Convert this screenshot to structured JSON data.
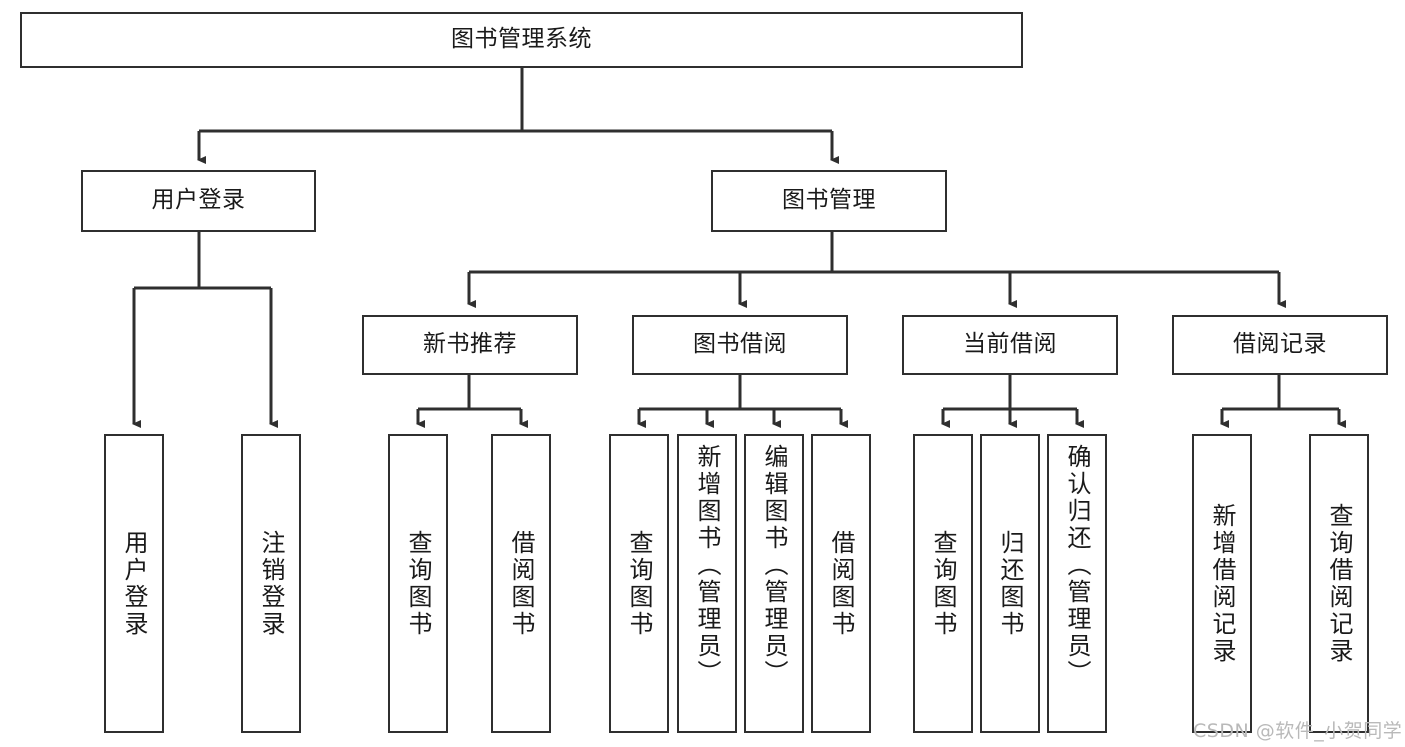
{
  "diagram": {
    "title": "图书管理系统",
    "root": {
      "label": "图书管理系统"
    },
    "level2": [
      {
        "label": "用户登录"
      },
      {
        "label": "图书管理"
      }
    ],
    "level3": [
      {
        "label": "新书推荐"
      },
      {
        "label": "图书借阅"
      },
      {
        "label": "当前借阅"
      },
      {
        "label": "借阅记录"
      }
    ],
    "leaves": {
      "user_login": [
        {
          "label": "用户登录"
        },
        {
          "label": "注销登录"
        }
      ],
      "new_book": [
        {
          "label": "查询图书"
        },
        {
          "label": "借阅图书"
        }
      ],
      "book_borrow": [
        {
          "label": "查询图书"
        },
        {
          "label": "新增图书（管理员）"
        },
        {
          "label": "编辑图书（管理员）"
        },
        {
          "label": "借阅图书"
        }
      ],
      "current_borrow": [
        {
          "label": "查询图书"
        },
        {
          "label": "归还图书"
        },
        {
          "label": "确认归还（管理员）"
        }
      ],
      "borrow_record": [
        {
          "label": "新增借阅记录"
        },
        {
          "label": "查询借阅记录"
        }
      ]
    }
  },
  "watermark": {
    "text": "CSDN @软件_小贺同学"
  },
  "colors": {
    "border": "#2f2f2f",
    "text": "#1a1a1a",
    "background": "#ffffff",
    "watermark": "#b9b9b9"
  }
}
